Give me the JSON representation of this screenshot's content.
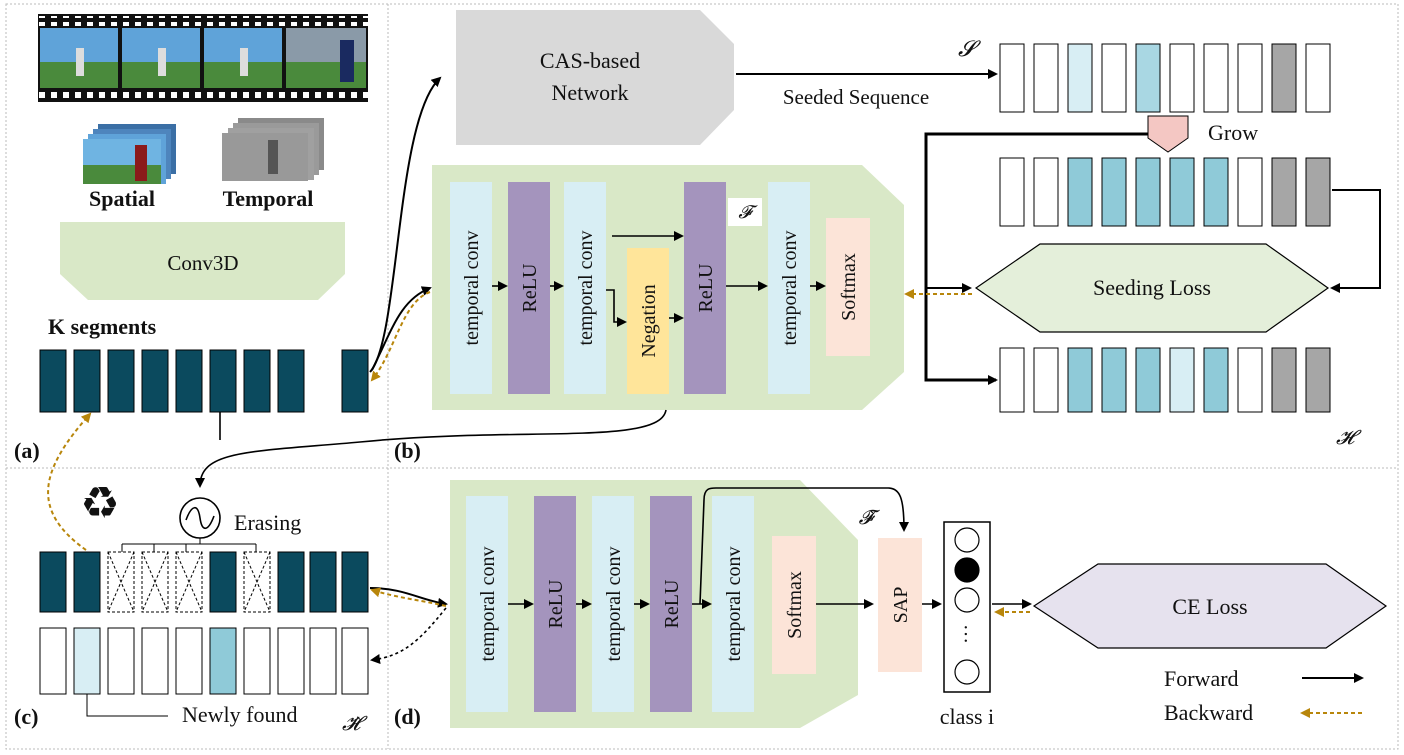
{
  "panel_a": {
    "panel_label": "(a)",
    "spatial_label": "Spatial",
    "temporal_label": "Temporal",
    "conv3d_label": "Conv3D",
    "segments_label": "K segments"
  },
  "panel_b": {
    "panel_label": "(b)",
    "cas_network": [
      "CAS-based",
      "Network"
    ],
    "seeded_sequence_label": "Seeded Sequence",
    "seed_symbol": "𝓢",
    "grow_label": "Grow",
    "seeding_loss_label": "Seeding Loss",
    "h_symbol": "𝓗",
    "f_symbol": "𝓕",
    "layers": [
      "temporal conv",
      "ReLU",
      "temporal conv",
      "Negation",
      "ReLU",
      "temporal conv",
      "Softmax"
    ]
  },
  "panel_c": {
    "panel_label": "(c)",
    "erasing_label": "Erasing",
    "newly_found_label": "Newly found",
    "h_hat_symbol": "𝓗̀",
    "recycle_symbol": "♻"
  },
  "panel_d": {
    "panel_label": "(d)",
    "layers": [
      "temporal conv",
      "ReLU",
      "temporal conv",
      "ReLU",
      "temporal conv",
      "Softmax"
    ],
    "sap_label": "SAP",
    "f_hat_symbol": "𝓕̀",
    "class_label": "class i",
    "ellipsis": "…",
    "ce_loss_label": "CE Loss"
  },
  "legend": {
    "forward_label": "Forward",
    "backward_label": "Backward"
  },
  "colors": {
    "segment_dark": "#0b4a5e",
    "light_blue": "#d8eef4",
    "mid_blue": "#8fcad8",
    "gray": "#a6a6a6",
    "green_panel": "#d9e8c7",
    "purple": "#a494bd",
    "yellow": "#ffe59a",
    "peach": "#fce4d8",
    "backward": "#b8860b",
    "ce_loss": "#e6e2ee",
    "seeding_loss": "#e4efda",
    "cas": "#d9d9d9"
  }
}
